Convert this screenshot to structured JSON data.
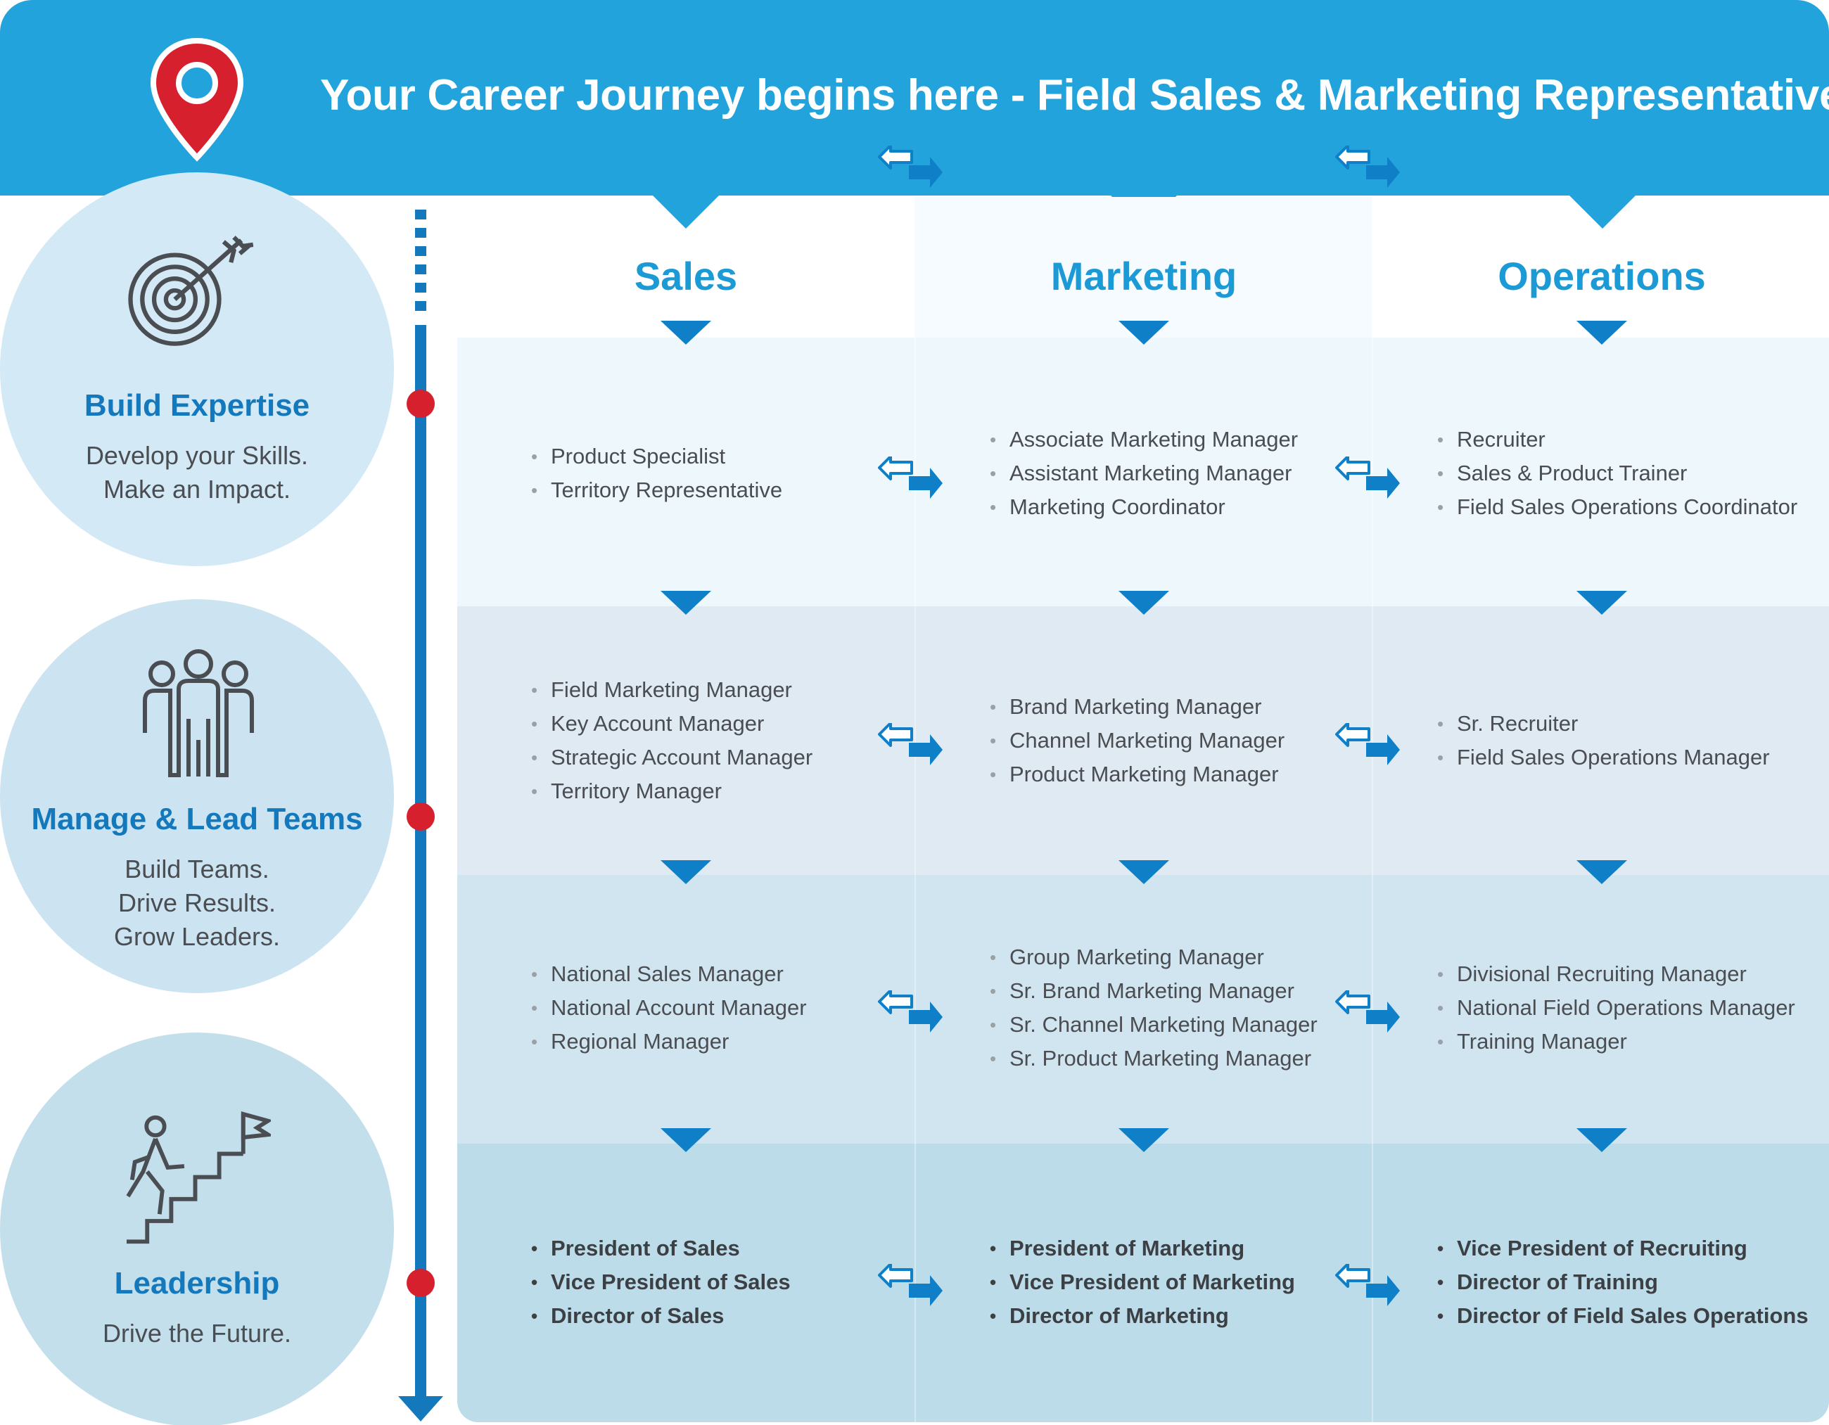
{
  "header": {
    "title": "Your Career Journey begins here - Field Sales & Marketing Representative"
  },
  "columns": [
    {
      "title": "Sales"
    },
    {
      "title": "Marketing"
    },
    {
      "title": "Operations"
    }
  ],
  "stages": [
    {
      "title": "Build Expertise",
      "desc": [
        "Develop your Skills.",
        "Make an Impact."
      ],
      "icon": "target-icon"
    },
    {
      "title": "Manage & Lead Teams",
      "desc": [
        "Build Teams.",
        "Drive Results.",
        "Grow Leaders."
      ],
      "icon": "team-icon"
    },
    {
      "title": "Leadership",
      "desc": [
        "Drive the Future."
      ],
      "icon": "climbing-stairs-flag-icon"
    }
  ],
  "rows": [
    [
      [
        "Product Specialist",
        "Territory Representative"
      ],
      [
        "Associate Marketing Manager",
        "Assistant Marketing Manager",
        "Marketing Coordinator"
      ],
      [
        "Recruiter",
        "Sales & Product Trainer",
        "Field Sales Operations Coordinator"
      ]
    ],
    [
      [
        "Field Marketing Manager",
        "Key Account Manager",
        "Strategic Account Manager",
        "Territory Manager"
      ],
      [
        "Brand Marketing Manager",
        "Channel Marketing Manager",
        "Product Marketing Manager"
      ],
      [
        "Sr. Recruiter",
        "Field Sales Operations Manager"
      ]
    ],
    [
      [
        "National Sales Manager",
        "National Account Manager",
        "Regional Manager"
      ],
      [
        "Group Marketing Manager",
        "Sr. Brand Marketing Manager",
        "Sr. Channel Marketing Manager",
        "Sr. Product Marketing Manager"
      ],
      [
        "Divisional Recruiting Manager",
        "National Field Operations Manager",
        "Training Manager"
      ]
    ],
    [
      [
        "President of Sales",
        "Vice President of Sales",
        "Director of Sales"
      ],
      [
        "President of Marketing",
        "Vice President of Marketing",
        "Director of Marketing"
      ],
      [
        "Vice President of Recruiting",
        "Director of Training",
        "Director of Field Sales Operations"
      ]
    ]
  ],
  "colors": {
    "header": "#22a3dc",
    "accent": "#1478bd",
    "marker": "#d6202e",
    "band1": "#eef7fc",
    "band2": "#dfeaf3",
    "band3": "#d1e5f0",
    "band4": "#bcdcea"
  }
}
